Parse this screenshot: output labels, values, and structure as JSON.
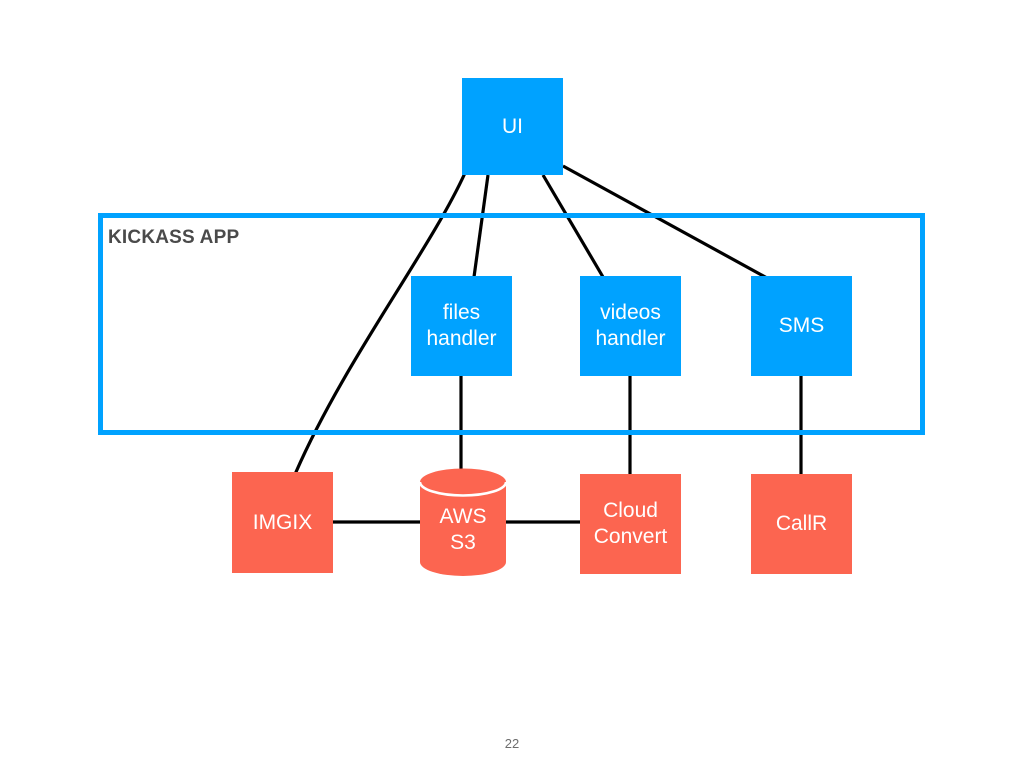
{
  "slide": {
    "page_number": "22",
    "background_color": "#ffffff"
  },
  "colors": {
    "blue": "#00a2ff",
    "red": "#fc6550",
    "edge": "#000000",
    "group_label": "#4a4a4a"
  },
  "group": {
    "label": "KICKASS APP",
    "border_color": "#00a2ff"
  },
  "nodes": {
    "ui": {
      "label": "UI",
      "kind": "box",
      "color": "blue"
    },
    "files_handler": {
      "label": "files\nhandler",
      "kind": "box",
      "color": "blue"
    },
    "videos_handler": {
      "label": "videos\nhandler",
      "kind": "box",
      "color": "blue"
    },
    "sms": {
      "label": "SMS",
      "kind": "box",
      "color": "blue"
    },
    "imgix": {
      "label": "IMGIX",
      "kind": "box",
      "color": "red"
    },
    "aws_s3": {
      "label": "AWS\nS3",
      "kind": "cylinder",
      "color": "red"
    },
    "cloud_convert": {
      "label": "Cloud\nConvert",
      "kind": "box",
      "color": "red"
    },
    "callr": {
      "label": "CallR",
      "kind": "box",
      "color": "red"
    }
  },
  "edges": [
    {
      "from": "ui",
      "to": "imgix",
      "style": "curved"
    },
    {
      "from": "ui",
      "to": "files_handler",
      "style": "straight"
    },
    {
      "from": "ui",
      "to": "videos_handler",
      "style": "straight"
    },
    {
      "from": "ui",
      "to": "sms",
      "style": "straight"
    },
    {
      "from": "files_handler",
      "to": "aws_s3",
      "style": "straight"
    },
    {
      "from": "videos_handler",
      "to": "cloud_convert",
      "style": "straight"
    },
    {
      "from": "sms",
      "to": "callr",
      "style": "straight"
    },
    {
      "from": "imgix",
      "to": "aws_s3",
      "style": "straight"
    },
    {
      "from": "aws_s3",
      "to": "cloud_convert",
      "style": "straight"
    }
  ]
}
